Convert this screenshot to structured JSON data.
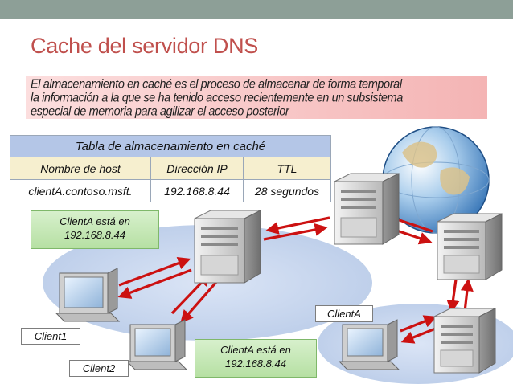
{
  "slide": {
    "title": "Cache del servidor DNS",
    "callout": {
      "lines": [
        "El almacenamiento en caché es el proceso de almacenar de forma temporal",
        "la información a la que se ha tenido acceso recientemente en un subsistema",
        "especial de memoria para agilizar el acceso posterior"
      ]
    }
  },
  "cache_table": {
    "title": "Tabla de almacenamiento en caché",
    "columns": [
      "Nombre de host",
      "Dirección IP",
      "TTL"
    ],
    "row": [
      "clientA.contoso.msft.",
      "192.168.8.44",
      "28 segundos"
    ]
  },
  "diagram": {
    "info_top": {
      "line1": "ClientA está en",
      "line2": "192.168.8.44"
    },
    "info_bottom": {
      "line1": "ClientA está en",
      "line2": "192.168.8.44"
    },
    "labels": {
      "client1": "Client1",
      "client2": "Client2",
      "clientA": "ClientA"
    },
    "colors": {
      "arrow": "#cc1111",
      "zone": "#c5d4ec",
      "title": "#c0504d",
      "table_header": "#b4c6e7"
    }
  }
}
